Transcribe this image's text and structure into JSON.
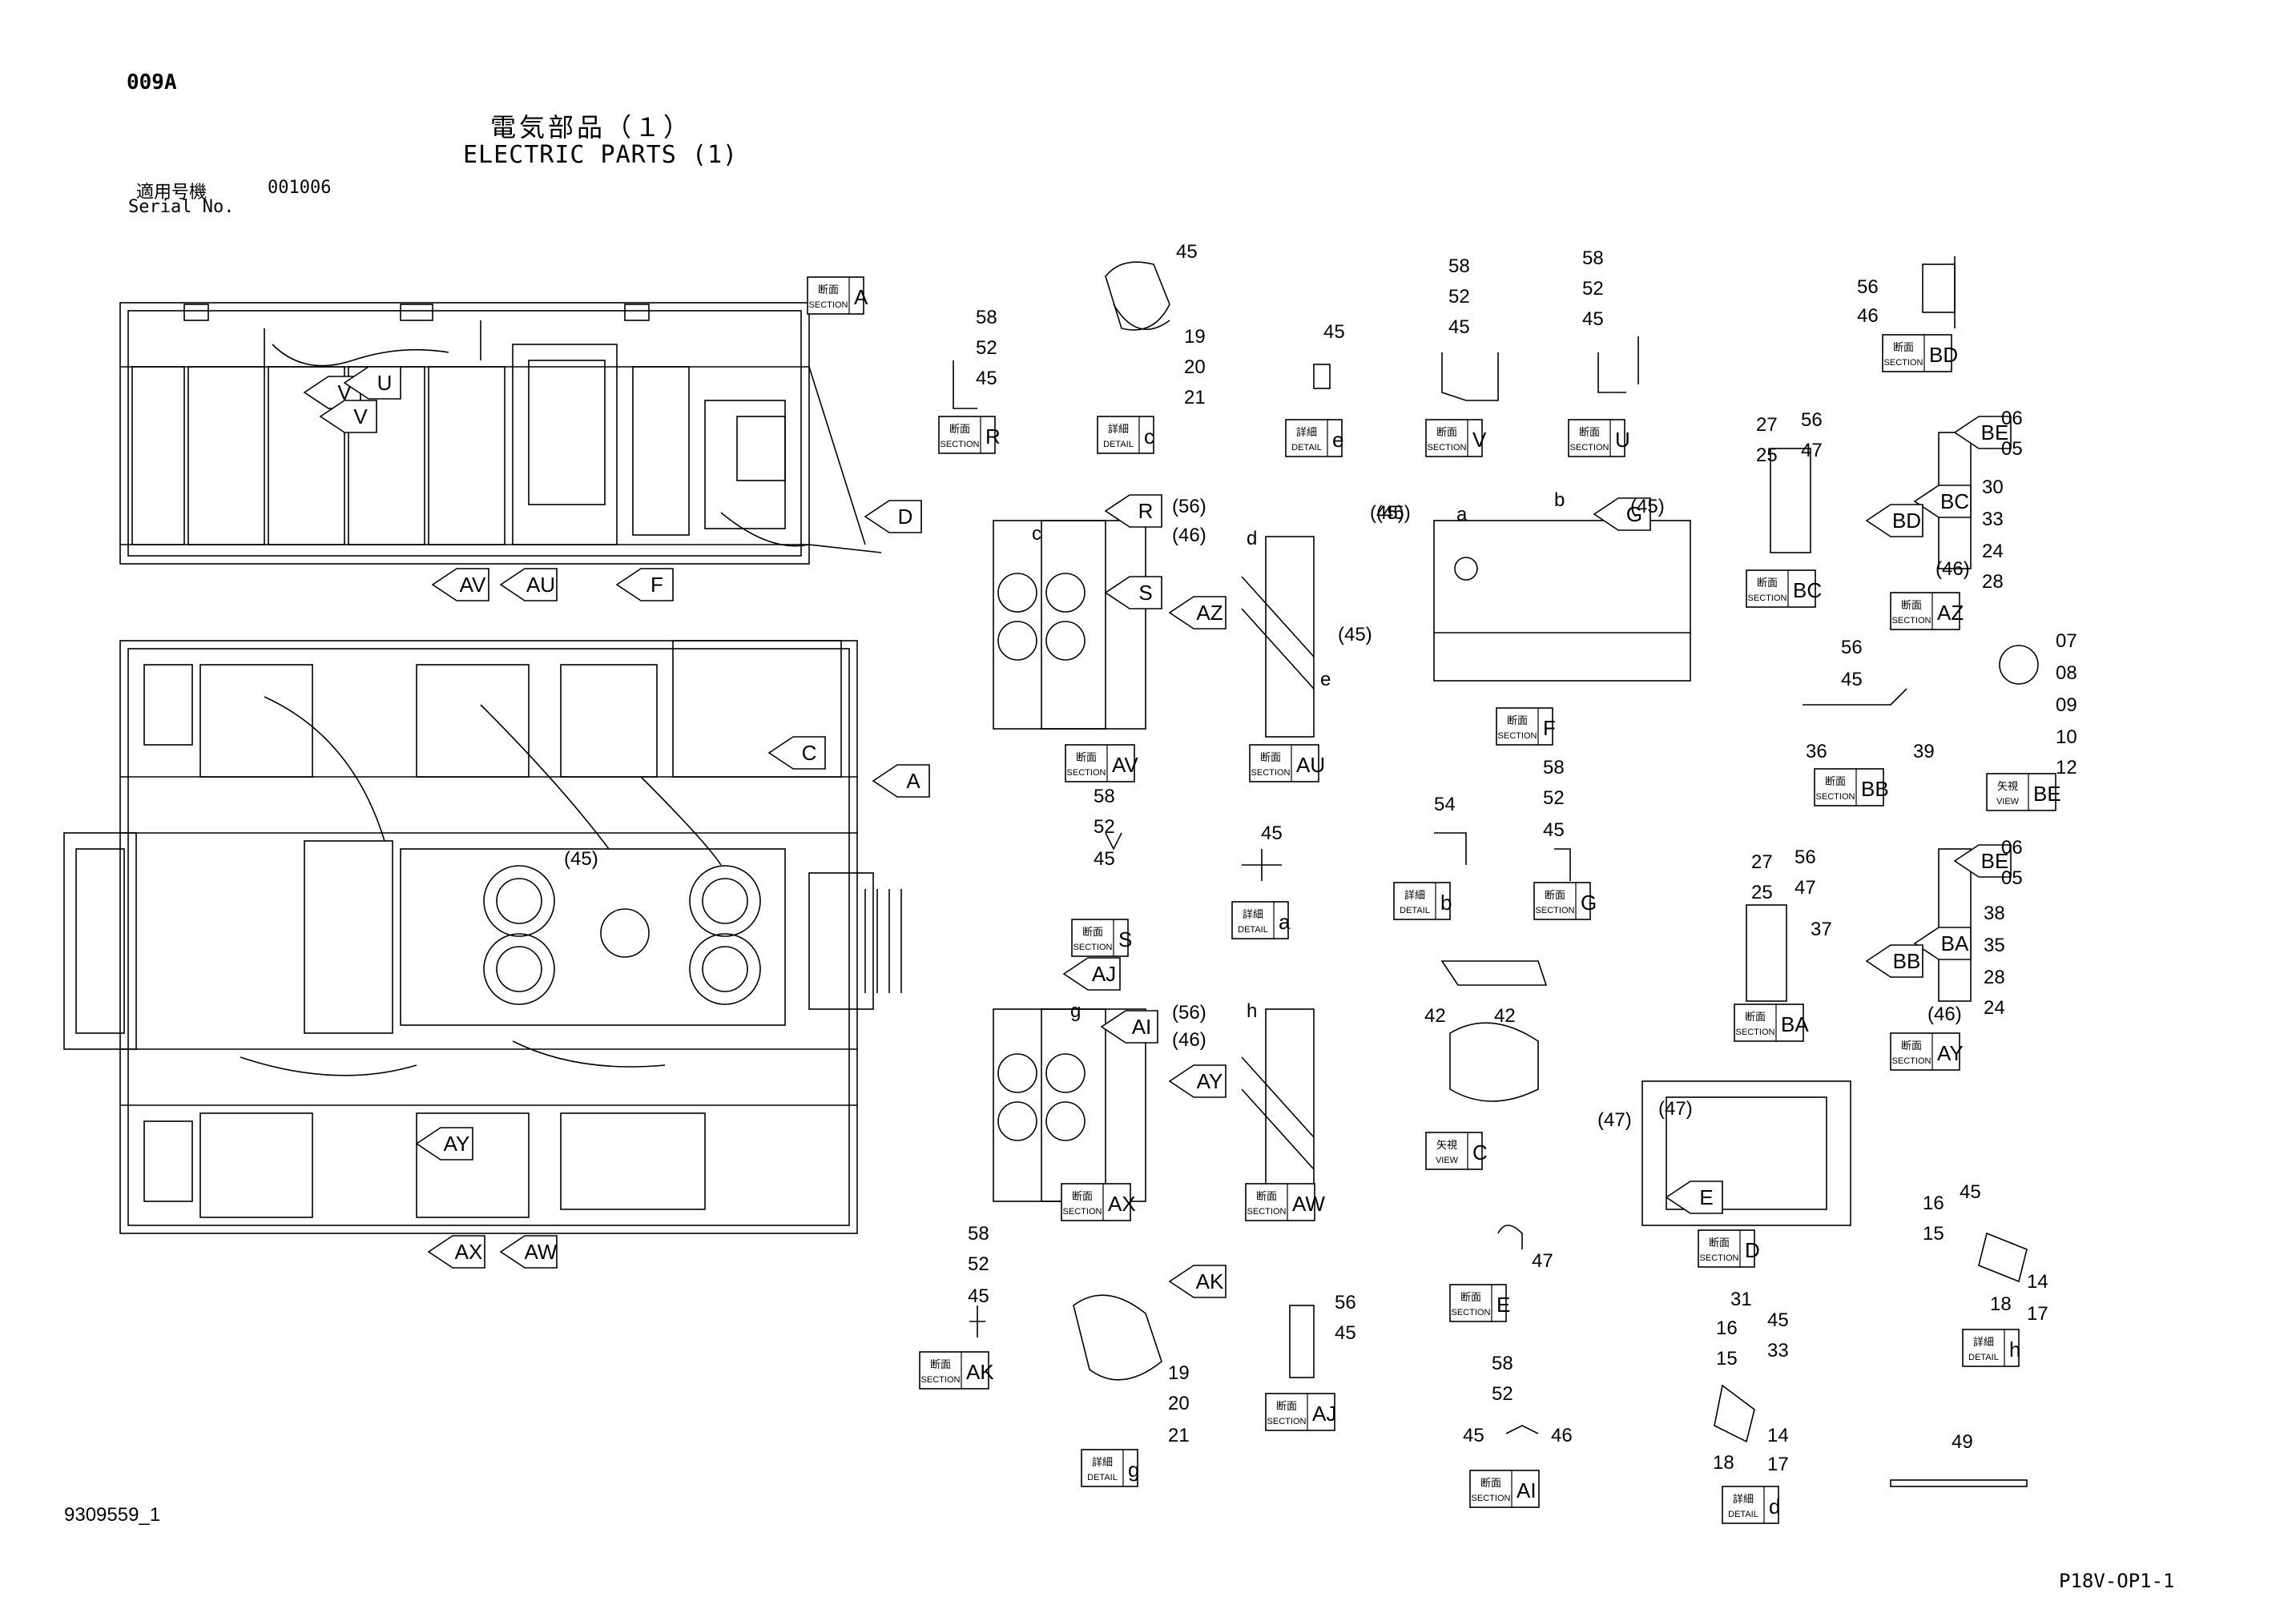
{
  "header": {
    "page_code": "009A",
    "title_jp": "電気部品（１）",
    "title_en": "ELECTRIC PARTS (1)",
    "serial_label_jp": "適用号機",
    "serial_number": "001006",
    "serial_label_en": "Serial No."
  },
  "footer": {
    "document_number": "9309559_1",
    "sheet_id": "P18V-OP1-1"
  },
  "view_labels": [
    {
      "id": "sec-A",
      "jp": "断面",
      "en": "SECTION",
      "letter": "A"
    },
    {
      "id": "sec-R",
      "jp": "断面",
      "en": "SECTION",
      "letter": "R"
    },
    {
      "id": "det-c",
      "jp": "詳細",
      "en": "DETAIL",
      "letter": "c"
    },
    {
      "id": "det-e",
      "jp": "詳細",
      "en": "DETAIL",
      "letter": "e"
    },
    {
      "id": "sec-V",
      "jp": "断面",
      "en": "SECTION",
      "letter": "V"
    },
    {
      "id": "sec-U",
      "jp": "断面",
      "en": "SECTION",
      "letter": "U"
    },
    {
      "id": "sec-BD",
      "jp": "断面",
      "en": "SECTION",
      "letter": "BD"
    },
    {
      "id": "sec-BC",
      "jp": "断面",
      "en": "SECTION",
      "letter": "BC"
    },
    {
      "id": "sec-AZ",
      "jp": "断面",
      "en": "SECTION",
      "letter": "AZ"
    },
    {
      "id": "sec-AV",
      "jp": "断面",
      "en": "SECTION",
      "letter": "AV"
    },
    {
      "id": "sec-AU",
      "jp": "断面",
      "en": "SECTION",
      "letter": "AU"
    },
    {
      "id": "sec-F",
      "jp": "断面",
      "en": "SECTION",
      "letter": "F"
    },
    {
      "id": "sec-BB",
      "jp": "断面",
      "en": "SECTION",
      "letter": "BB"
    },
    {
      "id": "view-BE",
      "jp": "矢視",
      "en": "VIEW",
      "letter": "BE"
    },
    {
      "id": "sec-S",
      "jp": "断面",
      "en": "SECTION",
      "letter": "S"
    },
    {
      "id": "det-a",
      "jp": "詳細",
      "en": "DETAIL",
      "letter": "a"
    },
    {
      "id": "det-b",
      "jp": "詳細",
      "en": "DETAIL",
      "letter": "b"
    },
    {
      "id": "sec-G",
      "jp": "断面",
      "en": "SECTION",
      "letter": "G"
    },
    {
      "id": "sec-BA",
      "jp": "断面",
      "en": "SECTION",
      "letter": "BA"
    },
    {
      "id": "sec-AY",
      "jp": "断面",
      "en": "SECTION",
      "letter": "AY"
    },
    {
      "id": "sec-AX",
      "jp": "断面",
      "en": "SECTION",
      "letter": "AX"
    },
    {
      "id": "sec-AW",
      "jp": "断面",
      "en": "SECTION",
      "letter": "AW"
    },
    {
      "id": "view-C",
      "jp": "矢視",
      "en": "VIEW",
      "letter": "C"
    },
    {
      "id": "sec-D",
      "jp": "断面",
      "en": "SECTION",
      "letter": "D"
    },
    {
      "id": "sec-AK",
      "jp": "断面",
      "en": "SECTION",
      "letter": "AK"
    },
    {
      "id": "det-g",
      "jp": "詳細",
      "en": "DETAIL",
      "letter": "g"
    },
    {
      "id": "sec-AJ",
      "jp": "断面",
      "en": "SECTION",
      "letter": "AJ"
    },
    {
      "id": "sec-E",
      "jp": "断面",
      "en": "SECTION",
      "letter": "E"
    },
    {
      "id": "sec-AI",
      "jp": "断面",
      "en": "SECTION",
      "letter": "AI"
    },
    {
      "id": "det-d",
      "jp": "詳細",
      "en": "DETAIL",
      "letter": "d"
    },
    {
      "id": "det-h",
      "jp": "詳細",
      "en": "DETAIL",
      "letter": "h"
    }
  ],
  "view_arrows": [
    "V",
    "U",
    "V",
    "D",
    "AV",
    "AU",
    "F",
    "C",
    "A",
    "AY",
    "AX",
    "AW",
    "R",
    "S",
    "AZ",
    "G",
    "BE",
    "BC",
    "BD",
    "BE",
    "BA",
    "BB",
    "AJ",
    "AI",
    "AY",
    "AK",
    "E"
  ],
  "detail_letters": [
    "c",
    "d",
    "e",
    "a",
    "b",
    "g",
    "h"
  ],
  "part_numbers": [
    "45",
    "19",
    "20",
    "21",
    "58",
    "52",
    "45",
    "45",
    "58",
    "52",
    "45",
    "58",
    "52",
    "45",
    "56",
    "46",
    "(56)",
    "(46)",
    "(45)",
    "(45)",
    "(45)",
    "(45)",
    "27",
    "25",
    "56",
    "47",
    "06",
    "05",
    "30",
    "33",
    "24",
    "28",
    "(46)",
    "56",
    "45",
    "36",
    "39",
    "07",
    "08",
    "09",
    "10",
    "12",
    "58",
    "52",
    "45",
    "45",
    "54",
    "58",
    "52",
    "45",
    "27",
    "25",
    "56",
    "47",
    "37",
    "06",
    "05",
    "38",
    "35",
    "28",
    "24",
    "(46)",
    "(45)",
    "42",
    "42",
    "(56)",
    "(46)",
    "(47)",
    "(47)",
    "58",
    "52",
    "45",
    "19",
    "20",
    "21",
    "56",
    "45",
    "47",
    "58",
    "52",
    "45",
    "46",
    "31",
    "16",
    "15",
    "45",
    "33",
    "14",
    "17",
    "18",
    "16",
    "45",
    "15",
    "14",
    "17",
    "18",
    "49"
  ]
}
